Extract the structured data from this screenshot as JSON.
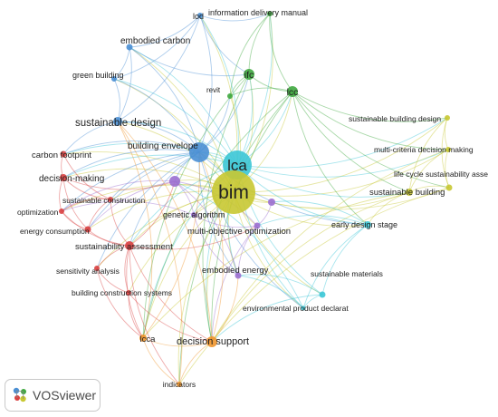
{
  "app": {
    "name": "VOSviewer"
  },
  "cluster_colors": {
    "red": "#d94040",
    "green": "#3fa83f",
    "blue": "#4a8fd4",
    "yellow": "#c8c832",
    "purple": "#9b6fd0",
    "cyan": "#3cc6d6",
    "orange": "#f0962e"
  },
  "nodes": [
    {
      "id": "lca",
      "label": "lca",
      "cluster": "cyan"
    },
    {
      "id": "bim",
      "label": "bim",
      "cluster": "yellow"
    },
    {
      "id": "building-envelope",
      "label": "building envelope",
      "cluster": "blue"
    },
    {
      "id": "sustainable-design",
      "label": "sustainable design",
      "cluster": "blue"
    },
    {
      "id": "green-building",
      "label": "green building",
      "cluster": "blue"
    },
    {
      "id": "embodied-carbon",
      "label": "embodied carbon",
      "cluster": "blue"
    },
    {
      "id": "lod",
      "label": "lod",
      "cluster": "blue"
    },
    {
      "id": "information-delivery-manual",
      "label": "information delivery manual",
      "cluster": "green"
    },
    {
      "id": "ifc",
      "label": "ifc",
      "cluster": "green"
    },
    {
      "id": "revit",
      "label": "revit",
      "cluster": "green"
    },
    {
      "id": "lcc",
      "label": "lcc",
      "cluster": "green"
    },
    {
      "id": "sustainable-building-design",
      "label": "sustainable building design",
      "cluster": "yellow"
    },
    {
      "id": "multi-criteria-decision-making",
      "label": "multi-criteria decision making",
      "cluster": "yellow"
    },
    {
      "id": "life-cycle-sustainability-asse",
      "label": "life cycle sustainability asse",
      "cluster": "yellow"
    },
    {
      "id": "sustainable-building",
      "label": "sustainable building",
      "cluster": "yellow"
    },
    {
      "id": "early-design-stage",
      "label": "early design stage",
      "cluster": "cyan"
    },
    {
      "id": "sustainable-materials",
      "label": "sustainable materials",
      "cluster": "cyan"
    },
    {
      "id": "environmental-product-declarat",
      "label": "environmental product declarat",
      "cluster": "cyan"
    },
    {
      "id": "carbon-footprint",
      "label": "carbon footprint",
      "cluster": "red"
    },
    {
      "id": "decision-making",
      "label": "decision-making",
      "cluster": "red"
    },
    {
      "id": "sustainable-construction",
      "label": "sustainable construction",
      "cluster": "red"
    },
    {
      "id": "optimization",
      "label": "optimization",
      "cluster": "red"
    },
    {
      "id": "energy-consumption",
      "label": "energy consumption",
      "cluster": "red"
    },
    {
      "id": "sustainability-assessment",
      "label": "sustainability assessment",
      "cluster": "red"
    },
    {
      "id": "sensitivity-analysis",
      "label": "sensitivity analysis",
      "cluster": "red"
    },
    {
      "id": "building-construction-systems",
      "label": "building construction systems",
      "cluster": "red"
    },
    {
      "id": "genetic-algorithm",
      "label": "genetic algorithm",
      "cluster": "purple"
    },
    {
      "id": "multi-objective-optimization",
      "label": "multi-objective optimization",
      "cluster": "purple"
    },
    {
      "id": "embodied-energy",
      "label": "embodied energy",
      "cluster": "purple"
    },
    {
      "id": "purple-hub",
      "label": "",
      "cluster": "purple"
    },
    {
      "id": "purple-right",
      "label": "",
      "cluster": "purple"
    },
    {
      "id": "lcca",
      "label": "lcca",
      "cluster": "orange"
    },
    {
      "id": "decision-support",
      "label": "decision support",
      "cluster": "orange"
    },
    {
      "id": "indicators",
      "label": "indicators",
      "cluster": "orange"
    }
  ],
  "links": [
    [
      "bim",
      "lca"
    ],
    [
      "bim",
      "building-envelope"
    ],
    [
      "bim",
      "sustainable-design"
    ],
    [
      "bim",
      "green-building"
    ],
    [
      "bim",
      "embodied-carbon"
    ],
    [
      "bim",
      "lod"
    ],
    [
      "bim",
      "information-delivery-manual"
    ],
    [
      "bim",
      "ifc"
    ],
    [
      "bim",
      "revit"
    ],
    [
      "bim",
      "lcc"
    ],
    [
      "bim",
      "sustainable-building-design"
    ],
    [
      "bim",
      "multi-criteria-decision-making"
    ],
    [
      "bim",
      "life-cycle-sustainability-asse"
    ],
    [
      "bim",
      "sustainable-building"
    ],
    [
      "bim",
      "early-design-stage"
    ],
    [
      "bim",
      "sustainable-materials"
    ],
    [
      "bim",
      "environmental-product-declarat"
    ],
    [
      "bim",
      "carbon-footprint"
    ],
    [
      "bim",
      "decision-making"
    ],
    [
      "bim",
      "sustainable-construction"
    ],
    [
      "bim",
      "optimization"
    ],
    [
      "bim",
      "energy-consumption"
    ],
    [
      "bim",
      "sustainability-assessment"
    ],
    [
      "bim",
      "sensitivity-analysis"
    ],
    [
      "bim",
      "building-construction-systems"
    ],
    [
      "bim",
      "genetic-algorithm"
    ],
    [
      "bim",
      "multi-objective-optimization"
    ],
    [
      "bim",
      "embodied-energy"
    ],
    [
      "bim",
      "purple-hub"
    ],
    [
      "bim",
      "purple-right"
    ],
    [
      "bim",
      "lcca"
    ],
    [
      "bim",
      "decision-support"
    ],
    [
      "bim",
      "indicators"
    ],
    [
      "lca",
      "building-envelope"
    ],
    [
      "lca",
      "sustainable-design"
    ],
    [
      "lca",
      "green-building"
    ],
    [
      "lca",
      "embodied-carbon"
    ],
    [
      "lca",
      "lod"
    ],
    [
      "lca",
      "information-delivery-manual"
    ],
    [
      "lca",
      "ifc"
    ],
    [
      "lca",
      "lcc"
    ],
    [
      "lca",
      "early-design-stage"
    ],
    [
      "lca",
      "sustainable-materials"
    ],
    [
      "lca",
      "environmental-product-declarat"
    ],
    [
      "lca",
      "carbon-footprint"
    ],
    [
      "lca",
      "decision-making"
    ],
    [
      "lca",
      "sustainability-assessment"
    ],
    [
      "lca",
      "sustainable-building-design"
    ],
    [
      "lca",
      "multi-criteria-decision-making"
    ],
    [
      "lca",
      "sustainable-building"
    ],
    [
      "lca",
      "decision-support"
    ],
    [
      "lca",
      "lcca"
    ],
    [
      "lca",
      "embodied-energy"
    ],
    [
      "building-envelope",
      "sustainable-design"
    ],
    [
      "building-envelope",
      "green-building"
    ],
    [
      "building-envelope",
      "embodied-carbon"
    ],
    [
      "building-envelope",
      "lod"
    ],
    [
      "building-envelope",
      "ifc"
    ],
    [
      "building-envelope",
      "revit"
    ],
    [
      "building-envelope",
      "purple-hub"
    ],
    [
      "building-envelope",
      "decision-making"
    ],
    [
      "building-envelope",
      "carbon-footprint"
    ],
    [
      "building-envelope",
      "sustainable-construction"
    ],
    [
      "building-envelope",
      "energy-consumption"
    ],
    [
      "building-envelope",
      "optimization"
    ],
    [
      "building-envelope",
      "sustainability-assessment"
    ],
    [
      "building-envelope",
      "sensitivity-analysis"
    ],
    [
      "building-envelope",
      "early-design-stage"
    ],
    [
      "building-envelope",
      "environmental-product-declarat"
    ],
    [
      "building-envelope",
      "embodied-energy"
    ],
    [
      "sustainable-design",
      "green-building"
    ],
    [
      "sustainable-design",
      "embodied-carbon"
    ],
    [
      "sustainable-design",
      "lod"
    ],
    [
      "sustainable-design",
      "carbon-footprint"
    ],
    [
      "green-building",
      "embodied-carbon"
    ],
    [
      "green-building",
      "lod"
    ],
    [
      "embodied-carbon",
      "lod"
    ],
    [
      "embodied-carbon",
      "ifc"
    ],
    [
      "lod",
      "ifc"
    ],
    [
      "lod",
      "information-delivery-manual"
    ],
    [
      "information-delivery-manual",
      "ifc"
    ],
    [
      "information-delivery-manual",
      "lcc"
    ],
    [
      "information-delivery-manual",
      "revit"
    ],
    [
      "ifc",
      "revit"
    ],
    [
      "ifc",
      "lcc"
    ],
    [
      "lcc",
      "revit"
    ],
    [
      "lcc",
      "sustainable-building-design"
    ],
    [
      "lcc",
      "life-cycle-sustainability-asse"
    ],
    [
      "lcc",
      "sustainable-building"
    ],
    [
      "lcc",
      "multi-criteria-decision-making"
    ],
    [
      "lcc",
      "lcca"
    ],
    [
      "lcc",
      "decision-support"
    ],
    [
      "lcc",
      "early-design-stage"
    ],
    [
      "lcc",
      "indicators"
    ],
    [
      "ifc",
      "lcca"
    ],
    [
      "ifc",
      "decision-support"
    ],
    [
      "sustainable-building-design",
      "multi-criteria-decision-making"
    ],
    [
      "sustainable-building-design",
      "sustainable-building"
    ],
    [
      "sustainable-building-design",
      "life-cycle-sustainability-asse"
    ],
    [
      "multi-criteria-decision-making",
      "sustainable-building"
    ],
    [
      "multi-criteria-decision-making",
      "life-cycle-sustainability-asse"
    ],
    [
      "life-cycle-sustainability-asse",
      "sustainable-building"
    ],
    [
      "sustainable-building",
      "early-design-stage"
    ],
    [
      "sustainable-building",
      "decision-support"
    ],
    [
      "sustainable-building",
      "lcca"
    ],
    [
      "life-cycle-sustainability-asse",
      "indicators"
    ],
    [
      "multi-criteria-decision-making",
      "decision-support"
    ],
    [
      "early-design-stage",
      "sustainable-materials"
    ],
    [
      "early-design-stage",
      "environmental-product-declarat"
    ],
    [
      "early-design-stage",
      "purple-right"
    ],
    [
      "early-design-stage",
      "multi-objective-optimization"
    ],
    [
      "sustainable-materials",
      "environmental-product-declarat"
    ],
    [
      "sustainable-materials",
      "embodied-energy"
    ],
    [
      "sustainable-materials",
      "decision-support"
    ],
    [
      "environmental-product-declarat",
      "embodied-energy"
    ],
    [
      "environmental-product-declarat",
      "purple-hub"
    ],
    [
      "carbon-footprint",
      "decision-making"
    ],
    [
      "carbon-footprint",
      "sustainable-construction"
    ],
    [
      "decision-making",
      "sustainable-construction"
    ],
    [
      "decision-making",
      "optimization"
    ],
    [
      "decision-making",
      "energy-consumption"
    ],
    [
      "sustainable-construction",
      "optimization"
    ],
    [
      "sustainable-construction",
      "energy-consumption"
    ],
    [
      "sustainable-construction",
      "sustainability-assessment"
    ],
    [
      "optimization",
      "energy-consumption"
    ],
    [
      "optimization",
      "sustainability-assessment"
    ],
    [
      "energy-consumption",
      "sustainability-assessment"
    ],
    [
      "sustainability-assessment",
      "sensitivity-analysis"
    ],
    [
      "sustainability-assessment",
      "building-construction-systems"
    ],
    [
      "sensitivity-analysis",
      "building-construction-systems"
    ],
    [
      "sustainability-assessment",
      "purple-hub"
    ],
    [
      "sustainability-assessment",
      "multi-objective-optimization"
    ],
    [
      "decision-making",
      "purple-hub"
    ],
    [
      "building-construction-systems",
      "decision-support"
    ],
    [
      "building-construction-systems",
      "lcca"
    ],
    [
      "sustainability-assessment",
      "lcca"
    ],
    [
      "sensitivity-analysis",
      "lcca"
    ],
    [
      "sustainability-assessment",
      "decision-support"
    ],
    [
      "sustainability-assessment",
      "indicators"
    ],
    [
      "genetic-algorithm",
      "purple-hub"
    ],
    [
      "genetic-algorithm",
      "multi-objective-optimization"
    ],
    [
      "genetic-algorithm",
      "embodied-energy"
    ],
    [
      "multi-objective-optimization",
      "embodied-energy"
    ],
    [
      "multi-objective-optimization",
      "purple-hub"
    ],
    [
      "multi-objective-optimization",
      "purple-right"
    ],
    [
      "embodied-energy",
      "purple-hub"
    ],
    [
      "purple-hub",
      "optimization"
    ],
    [
      "purple-hub",
      "energy-consumption"
    ],
    [
      "genetic-algorithm",
      "optimization"
    ],
    [
      "multi-objective-optimization",
      "decision-support"
    ],
    [
      "lcca",
      "decision-support"
    ],
    [
      "lcca",
      "indicators"
    ],
    [
      "decision-support",
      "indicators"
    ],
    [
      "decision-support",
      "embodied-energy"
    ],
    [
      "decision-support",
      "building-envelope"
    ],
    [
      "lcca",
      "building-envelope"
    ],
    [
      "indicators",
      "sustainable-design"
    ],
    [
      "lcca",
      "sustainable-design"
    ],
    [
      "decision-support",
      "sustainable-design"
    ]
  ]
}
